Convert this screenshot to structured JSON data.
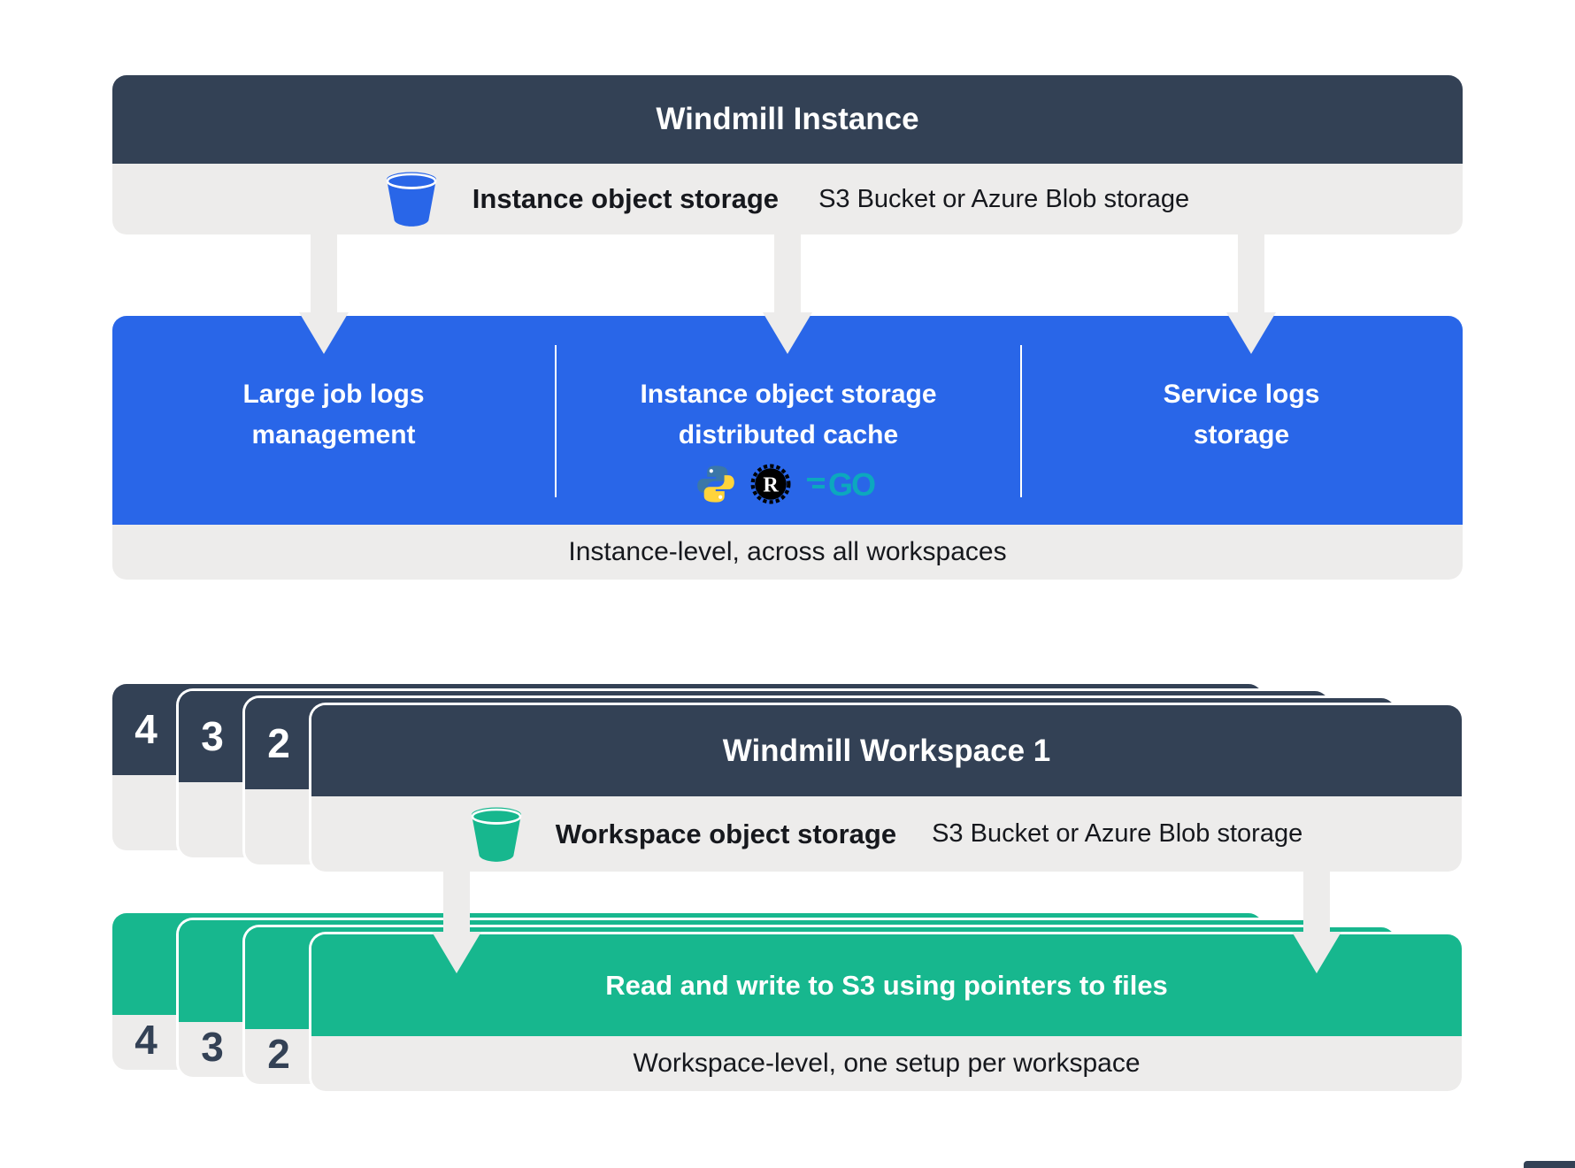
{
  "instance": {
    "title": "Windmill Instance",
    "storage_label": "Instance object storage",
    "storage_sublabel": "S3 Bucket or Azure Blob storage",
    "columns": [
      {
        "line1": "Large job logs",
        "line2": "management"
      },
      {
        "line1": "Instance object storage",
        "line2": "distributed cache",
        "icons": [
          "python-logo",
          "rust-logo",
          "go-logo"
        ]
      },
      {
        "line1": "Service logs",
        "line2": "storage"
      }
    ],
    "caption": "Instance-level, across all workspaces"
  },
  "workspace": {
    "title": "Windmill Workspace 1",
    "stack_numbers": [
      "4",
      "3",
      "2"
    ],
    "storage_label": "Workspace object storage",
    "storage_sublabel": "S3 Bucket or Azure Blob storage",
    "caption": "Workspace-level, one setup per workspace"
  },
  "green": {
    "action": "Read and write to S3 using pointers to files",
    "stack_numbers": [
      "4",
      "3",
      "2"
    ]
  },
  "icons": {
    "bucket_instance": "bucket-icon-blue",
    "bucket_workspace": "bucket-icon-green",
    "arrows": "arrow-down"
  },
  "colors": {
    "dark_slate": "#334155",
    "blue": "#2966E8",
    "green": "#17B78E",
    "panel_gray": "#EDECEB",
    "text_dark": "#16181d",
    "python_blue": "#3B77A8",
    "python_yellow": "#FFD43B",
    "rust_black": "#000000",
    "go_teal": "#0CA8BE"
  }
}
